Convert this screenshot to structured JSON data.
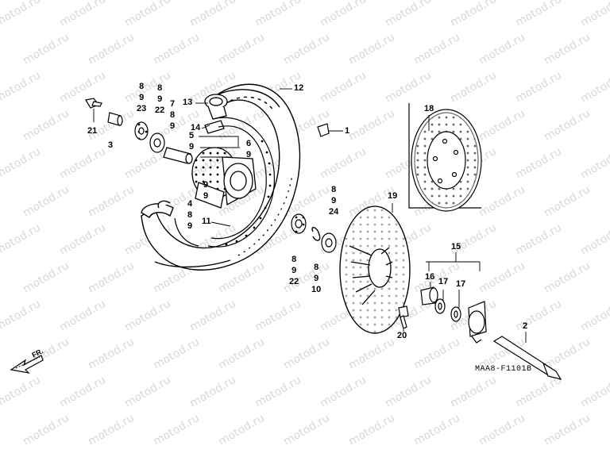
{
  "watermark": "motod.ru",
  "drawing_code": "MAA8-F1101B",
  "direction_label": "FR.",
  "callouts": {
    "c1": "1",
    "c2": "2",
    "c3": "3",
    "c11": "11",
    "c12": "12",
    "c13": "13",
    "c14": "14",
    "c15": "15",
    "c16": "16",
    "c17a": "17",
    "c17b": "17",
    "c18": "18",
    "c19": "19",
    "c20": "20",
    "c21": "21",
    "c5": "5",
    "c9a": "9",
    "c6": "6",
    "c9b": "9"
  },
  "stacks": {
    "s_8_9_23": [
      "8",
      "9",
      "23"
    ],
    "s_8_9_22_top": [
      "8",
      "9",
      "22"
    ],
    "s_7_8_9": [
      "7",
      "8",
      "9"
    ],
    "s_4_8_9": [
      "4",
      "8",
      "9"
    ],
    "s_9_9": [
      "9",
      "9"
    ],
    "s_8_9_24": [
      "8",
      "9",
      "24"
    ],
    "s_8_9_22_bot": [
      "8",
      "9",
      "22"
    ],
    "s_8_9_10": [
      "8",
      "9",
      "10"
    ]
  }
}
